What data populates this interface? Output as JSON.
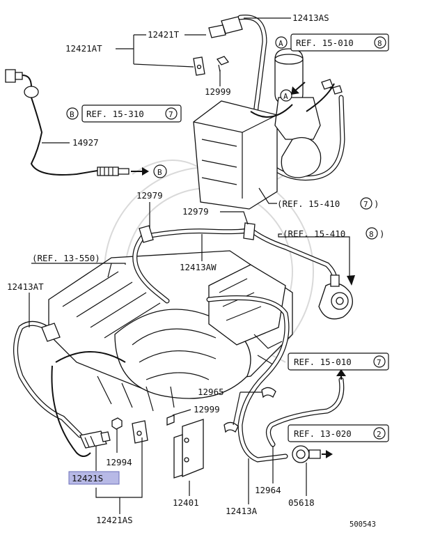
{
  "labels": {
    "p12413AS": "12413AS",
    "p12421T": "12421T",
    "p12421AT": "12421AT",
    "p12999_top": "12999",
    "p14927": "14927",
    "p12979_a": "12979",
    "p12979_b": "12979",
    "p12413AW": "12413AW",
    "p12413AT": "12413AT",
    "p12965": "12965",
    "p12999_bot": "12999",
    "p12994": "12994",
    "p12421S": "12421S",
    "p12401": "12401",
    "p12964": "12964",
    "p05618": "05618",
    "p12413A": "12413A",
    "p12421AS": "12421AS",
    "diagram_number": "500543"
  },
  "refs": {
    "ref_15_010_8": {
      "text": "REF. 15-010",
      "circle": "8"
    },
    "ref_15_310_7": {
      "text": "REF. 15-310",
      "circle": "7"
    },
    "ref_15_410_7": {
      "text": "(REF. 15-410",
      "circle": "7",
      "close": ")"
    },
    "ref_15_410_8": {
      "text": "(REF. 15-410",
      "circle": "8",
      "close": ")"
    },
    "ref_13_550": {
      "text": "(REF. 13-550)"
    },
    "ref_15_010_7": {
      "text": "REF. 15-010",
      "circle": "7"
    },
    "ref_13_020_2": {
      "text": "REF. 13-020",
      "circle": "2"
    }
  },
  "markers": {
    "A": "A",
    "B": "B"
  },
  "highlight": {
    "part": "12421S",
    "color": "#b7b9e6"
  }
}
